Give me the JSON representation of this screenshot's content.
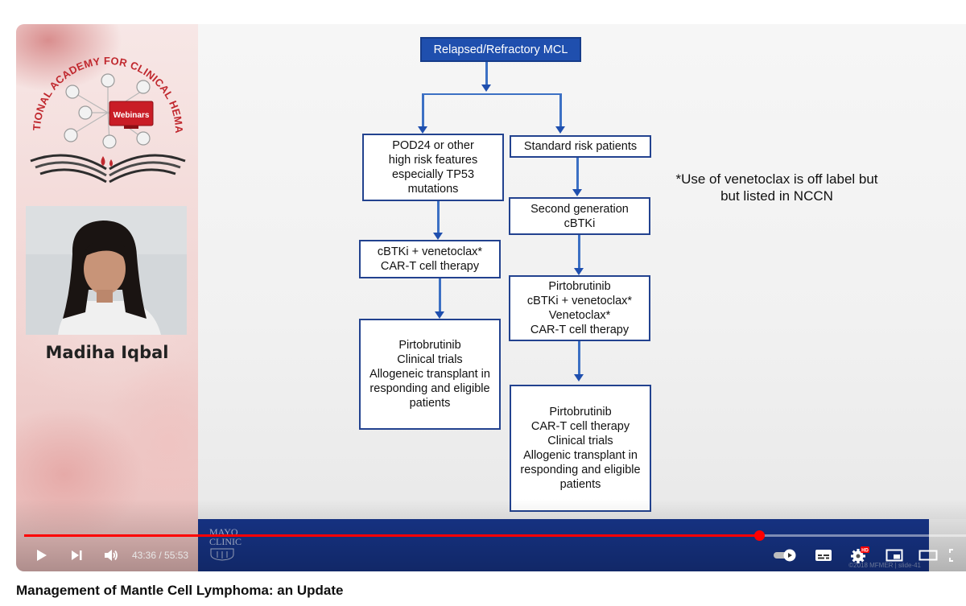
{
  "branding": {
    "academy_name": "INTERNATIONAL ACADEMY FOR CLINICAL HEMATOLOGY",
    "webinars_label": "Webinars",
    "speaker_name": "Madiha Iqbal"
  },
  "slide": {
    "boxes": {
      "start": "Relapsed/Refractory MCL",
      "high_risk": [
        "POD24 or other",
        "high risk features",
        "especially TP53",
        "mutations"
      ],
      "standard_risk": [
        "Standard risk patients"
      ],
      "left_second": [
        "cBTKi + venetoclax*",
        "CAR-T cell therapy"
      ],
      "right_second": [
        "Second generation",
        "cBTKi"
      ],
      "left_third": [
        "Pirtobrutinib",
        "Clinical trials",
        "Allogeneic transplant in",
        "responding and eligible",
        "patients"
      ],
      "right_third": [
        "Pirtobrutinib",
        "cBTKi + venetoclax*",
        "Venetoclax*",
        "CAR-T cell therapy"
      ],
      "right_fourth": [
        "Pirtobrutinib",
        "CAR-T cell therapy",
        "Clinical trials",
        "Allogenic transplant in",
        "responding and eligible",
        "patients"
      ]
    },
    "note": [
      "*Use of venetoclax is off label but",
      "but listed in NCCN"
    ],
    "footer_logo": [
      "MAYO",
      "CLINIC"
    ],
    "copyright": "©2018 MFMER  |  slide-41"
  },
  "player": {
    "current_time": "43:36",
    "duration": "55:53",
    "time_separator": " / ",
    "progress_fraction": 0.7802,
    "hd_badge": "HD",
    "accent_color": "#ff0000",
    "icons": [
      "play-icon",
      "next-icon",
      "volume-icon",
      "autoplay-toggle-icon",
      "subtitles-icon",
      "settings-icon",
      "miniplayer-icon",
      "theater-mode-icon",
      "fullscreen-icon"
    ]
  },
  "video_title": "Management of Mantle Cell Lymphoma: an Update"
}
